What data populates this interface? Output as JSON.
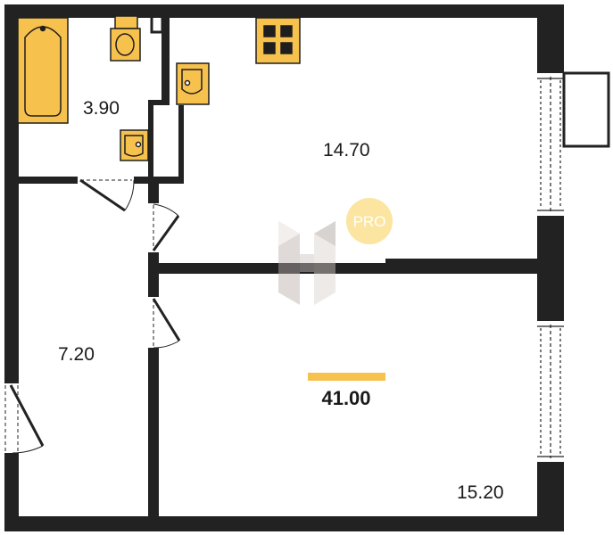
{
  "plan": {
    "rooms": {
      "bathroom_area": "3.90",
      "kitchen_area": "14.70",
      "hall_area": "7.20",
      "room_area": "15.20"
    },
    "total_area": "41.00",
    "badge": "PRO",
    "colors": {
      "wall": "#222222",
      "fixture": "#f7c14e",
      "fixture_stroke": "#1e1e1e",
      "accent_bar": "#f7c14e",
      "badge_fill": "#fbe5a1",
      "badge_text": "#ffffff",
      "watermark": "#c9c2bf"
    }
  }
}
